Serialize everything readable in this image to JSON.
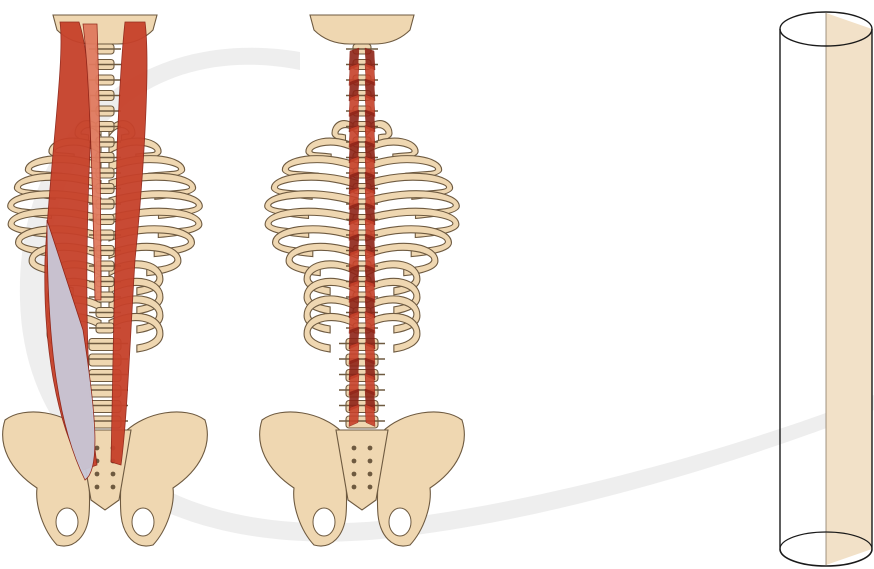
{
  "figure": {
    "panels": [
      {
        "name": "spine-with-superficial-back-muscles",
        "muscle_layer": "superficial"
      },
      {
        "name": "spine-with-deep-back-muscles",
        "muscle_layer": "deep"
      },
      {
        "name": "cylinder-cutaway",
        "muscle_layer": ""
      }
    ],
    "icons": [
      "watermark-swoosh-icon",
      "skull-base-icon",
      "rib-cage-icon",
      "vertebral-column-icon",
      "pelvis-icon",
      "cylinder-icon"
    ]
  },
  "colors": {
    "background": "#ffffff",
    "bone_fill": "#efd7b1",
    "bone_stroke": "#6e5a40",
    "muscle": "#c6412a",
    "muscle_dark": "#8f2418",
    "muscle_light": "#e07a5e",
    "fascia": "#c9c8d8",
    "watermark": "#ebebeb",
    "cylinder_fill": "#f2e1c8",
    "cylinder_stroke": "#1a1a1a"
  }
}
